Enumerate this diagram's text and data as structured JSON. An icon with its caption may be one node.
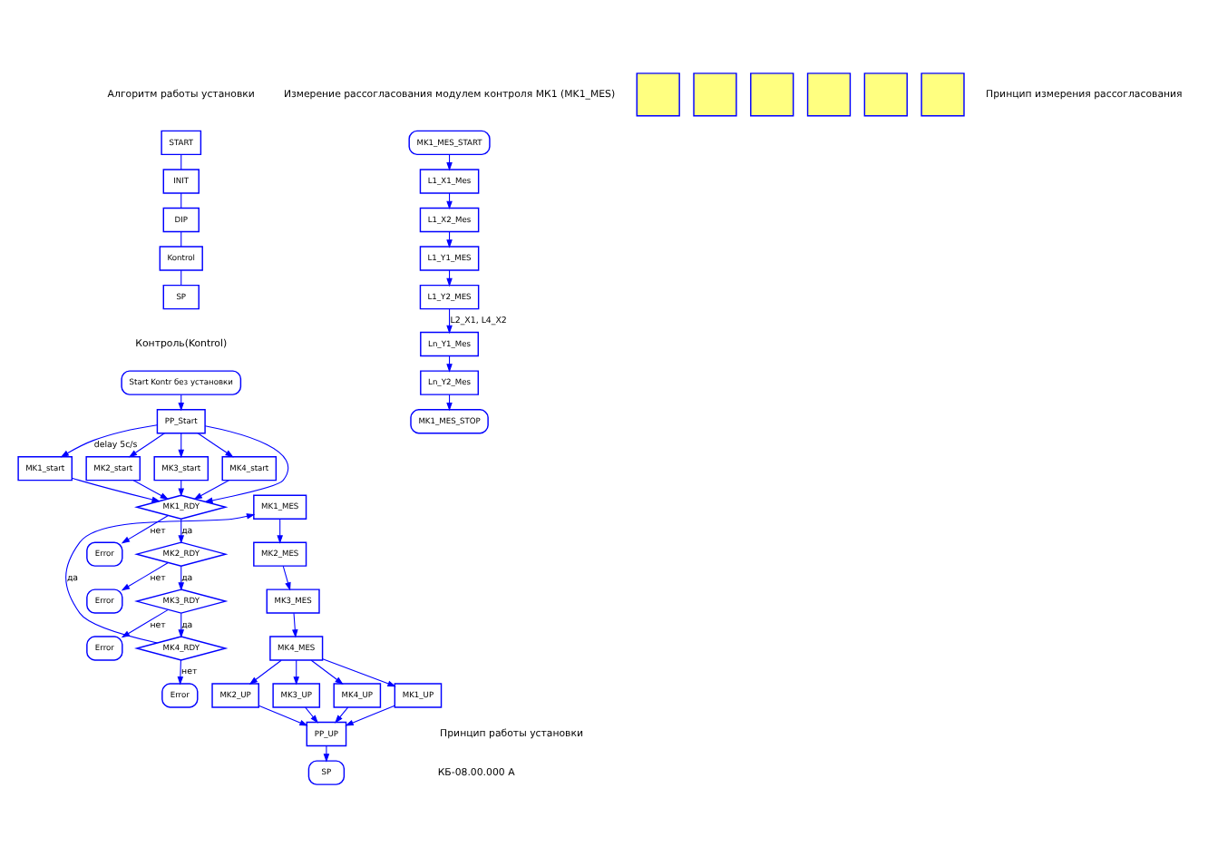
{
  "diagram": {
    "nodes": [
      {
        "text": [
          "START"
        ]
      },
      {
        "text": [
          "INIT"
        ]
      },
      {
        "text": [
          "DIP"
        ]
      },
      {
        "text": [
          "Kontrol"
        ]
      },
      {
        "text": [
          "SP"
        ]
      },
      {
        "text": [
          "MK1_MES_START"
        ]
      },
      {
        "text": [
          "L1_X1_Mes"
        ]
      },
      {
        "text": [
          "L1_X2_Mes"
        ]
      },
      {
        "text": [
          "L1_Y1_MES"
        ]
      },
      {
        "text": [
          "L1_Y2_MES"
        ]
      },
      {
        "text": [
          "Ln_Y1_Mes"
        ]
      },
      {
        "text": [
          "Ln_Y2_Mes"
        ]
      },
      {
        "text": [
          "MK1_MES_STOP"
        ]
      },
      {
        "text": [
          "Start Kontr без установки"
        ]
      },
      {
        "text": [
          "PP_Start"
        ]
      },
      {
        "text": [
          "MK1_start"
        ]
      },
      {
        "text": [
          "MK2_start"
        ]
      },
      {
        "text": [
          "MK3_start"
        ]
      },
      {
        "text": [
          "MK4_start"
        ]
      },
      {
        "text": [
          "MK1_RDY"
        ]
      },
      {
        "text": [
          "MK2_RDY"
        ]
      },
      {
        "text": [
          "MK3_RDY"
        ]
      },
      {
        "text": [
          "MK4_RDY"
        ]
      },
      {
        "text": [
          "Error"
        ]
      },
      {
        "text": [
          "Error"
        ]
      },
      {
        "text": [
          "Error"
        ]
      },
      {
        "text": [
          "Error"
        ]
      },
      {
        "text": [
          "MK1_MES"
        ]
      },
      {
        "text": [
          "MK2_MES"
        ]
      },
      {
        "text": [
          "MK3_MES"
        ]
      },
      {
        "text": [
          "MK4_MES"
        ]
      },
      {
        "text": [
          "MK1_UP"
        ]
      },
      {
        "text": [
          "MK2_UP"
        ]
      },
      {
        "text": [
          "MK3_UP"
        ]
      },
      {
        "text": [
          "MK4_UP"
        ]
      },
      {
        "text": [
          "PP_UP"
        ]
      },
      {
        "text": [
          "SP"
        ]
      },
      {
        "text": [],
        "shape": "box"
      },
      {
        "text": [],
        "shape": "box"
      },
      {
        "text": [],
        "shape": "box"
      },
      {
        "text": [],
        "shape": "box"
      },
      {
        "text": [],
        "shape": "box"
      },
      {
        "text": [],
        "shape": "box"
      }
    ],
    "edges": [
      {
        "from": 0,
        "to": 1,
        "arrow": "none"
      },
      {
        "from": 1,
        "to": 2,
        "arrow": "none"
      },
      {
        "from": 2,
        "to": 3,
        "arrow": "none"
      },
      {
        "from": 3,
        "to": 4,
        "arrow": "none"
      },
      {
        "from": 5,
        "to": 6,
        "arrow": "to"
      },
      {
        "from": 6,
        "to": 7,
        "arrow": "to"
      },
      {
        "from": 7,
        "to": 8,
        "arrow": "to"
      },
      {
        "from": 8,
        "to": 9,
        "arrow": "to"
      },
      {
        "from": 9,
        "to": 10,
        "arrow": "to",
        "label": "L2_X1, L4_X2"
      },
      {
        "from": 10,
        "to": 11,
        "arrow": "to"
      },
      {
        "from": 11,
        "to": 12,
        "arrow": "to"
      },
      {
        "from": 13,
        "to": 14,
        "arrow": "to"
      },
      {
        "from": 14,
        "to": 15,
        "arrow": "to",
        "label": "delay 5c/s"
      },
      {
        "from": 14,
        "to": 16,
        "arrow": "to"
      },
      {
        "from": 14,
        "to": 17,
        "arrow": "to"
      },
      {
        "from": 14,
        "to": 18,
        "arrow": "to"
      },
      {
        "from": 14,
        "to": 19,
        "arrow": "to"
      },
      {
        "from": 15,
        "to": 19,
        "arrow": "to"
      },
      {
        "from": 16,
        "to": 19,
        "arrow": "to"
      },
      {
        "from": 17,
        "to": 19,
        "arrow": "to"
      },
      {
        "from": 18,
        "to": 19,
        "arrow": "to"
      },
      {
        "from": 19,
        "to": 23,
        "arrow": "to",
        "label": "нет"
      },
      {
        "from": 19,
        "to": 20,
        "arrow": "to",
        "label": "да"
      },
      {
        "from": 20,
        "to": 24,
        "arrow": "to",
        "label": "нет"
      },
      {
        "from": 20,
        "to": 21,
        "arrow": "to",
        "label": "да"
      },
      {
        "from": 21,
        "to": 25,
        "arrow": "to",
        "label": "нет"
      },
      {
        "from": 21,
        "to": 22,
        "arrow": "to",
        "label": "да"
      },
      {
        "from": 22,
        "to": 26,
        "arrow": "to",
        "label": "нет"
      },
      {
        "from": 22,
        "to": 27,
        "arrow": "to",
        "label": "да"
      },
      {
        "from": 27,
        "to": 28,
        "arrow": "to"
      },
      {
        "from": 28,
        "to": 29,
        "arrow": "to"
      },
      {
        "from": 29,
        "to": 30,
        "arrow": "to"
      },
      {
        "from": 30,
        "to": 31,
        "arrow": "to"
      },
      {
        "from": 30,
        "to": 32,
        "arrow": "to"
      },
      {
        "from": 30,
        "to": 33,
        "arrow": "to"
      },
      {
        "from": 30,
        "to": 34,
        "arrow": "to"
      },
      {
        "from": 31,
        "to": 35,
        "arrow": "to"
      },
      {
        "from": 32,
        "to": 35,
        "arrow": "to"
      },
      {
        "from": 33,
        "to": 35,
        "arrow": "to"
      },
      {
        "from": 34,
        "to": 35,
        "arrow": "to"
      },
      {
        "from": 35,
        "to": 36,
        "arrow": "to"
      }
    ],
    "labels": [
      "Алгоритм работы установки",
      "Измерение рассогласования модулем контроля МК1 (MK1_MES)",
      "Принцип измерения рассогласования",
      "Контроль(Kontrol)",
      "КБ-08.00.000 А",
      "Принцип работы установки"
    ]
  }
}
